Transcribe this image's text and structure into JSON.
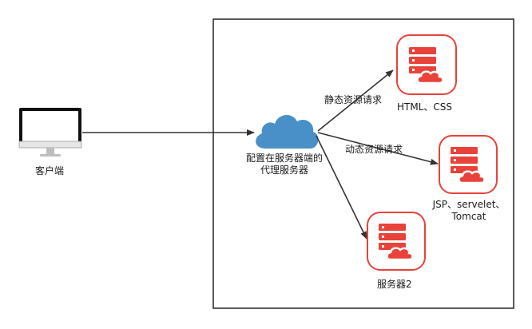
{
  "client": {
    "label": "客户端",
    "icon": "monitor-icon"
  },
  "proxy": {
    "label_line1": "配置在服务器端的",
    "label_line2": "代理服务器",
    "icon": "cloud-icon",
    "color": "#4a90c8"
  },
  "edges": {
    "static_label": "静态资源请求",
    "dynamic_label": "动态资源请求"
  },
  "servers": [
    {
      "label": "HTML、CSS",
      "icon": "server-cloud-icon"
    },
    {
      "label": "JSP、servelet、Tomcat",
      "icon": "server-cloud-icon"
    },
    {
      "label": "服务器2",
      "icon": "server-cloud-icon"
    }
  ],
  "colors": {
    "server_accent": "#e8423a",
    "line": "#333333",
    "border": "#222222"
  }
}
